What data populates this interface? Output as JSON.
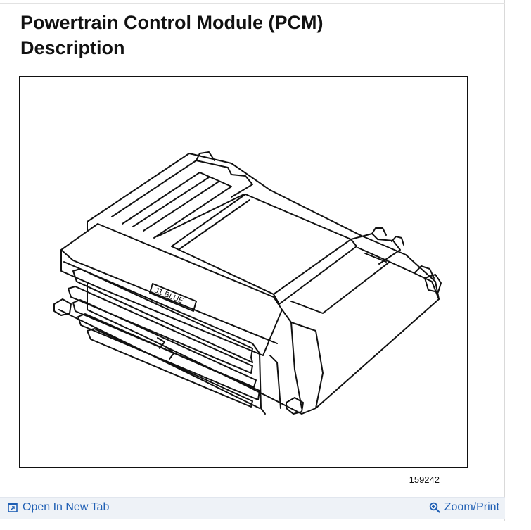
{
  "page": {
    "title_line1": "Powertrain Control Module (PCM)",
    "title_line2": "Description"
  },
  "figure": {
    "number": "159242",
    "connector_label": "J1 BLUE"
  },
  "toolbar": {
    "open_new_tab_label": "Open In New Tab",
    "open_new_tab_icon": "open-new-tab-icon",
    "zoom_print_label": "Zoom/Print",
    "zoom_print_icon": "magnifier-icon",
    "link_color": "#1f5fb4"
  }
}
